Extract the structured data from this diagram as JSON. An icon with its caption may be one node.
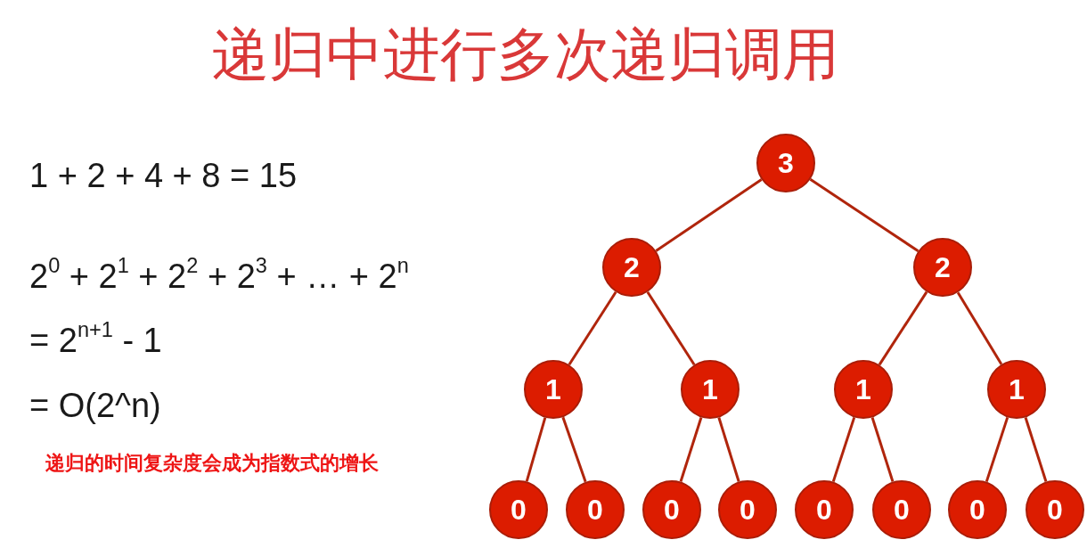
{
  "diagram": {
    "title": "递归中进行多次递归调用",
    "nodes": [
      {
        "text": [
          "3"
        ]
      },
      {
        "text": [
          "2"
        ]
      },
      {
        "text": [
          "2"
        ]
      },
      {
        "text": [
          "1"
        ]
      },
      {
        "text": [
          "1"
        ]
      },
      {
        "text": [
          "1"
        ]
      },
      {
        "text": [
          "1"
        ]
      },
      {
        "text": [
          "0"
        ]
      },
      {
        "text": [
          "0"
        ]
      },
      {
        "text": [
          "0"
        ]
      },
      {
        "text": [
          "0"
        ]
      },
      {
        "text": [
          "0"
        ]
      },
      {
        "text": [
          "0"
        ]
      },
      {
        "text": [
          "0"
        ]
      },
      {
        "text": [
          "0"
        ]
      }
    ],
    "edges": [
      {
        "from": 0,
        "to": 1,
        "arrow": "none"
      },
      {
        "from": 0,
        "to": 2,
        "arrow": "none"
      },
      {
        "from": 1,
        "to": 3,
        "arrow": "none"
      },
      {
        "from": 1,
        "to": 4,
        "arrow": "none"
      },
      {
        "from": 2,
        "to": 5,
        "arrow": "none"
      },
      {
        "from": 2,
        "to": 6,
        "arrow": "none"
      },
      {
        "from": 3,
        "to": 7,
        "arrow": "none"
      },
      {
        "from": 3,
        "to": 8,
        "arrow": "none"
      },
      {
        "from": 4,
        "to": 9,
        "arrow": "none"
      },
      {
        "from": 4,
        "to": 10,
        "arrow": "none"
      },
      {
        "from": 5,
        "to": 11,
        "arrow": "none"
      },
      {
        "from": 5,
        "to": 12,
        "arrow": "none"
      },
      {
        "from": 6,
        "to": 13,
        "arrow": "none"
      },
      {
        "from": 6,
        "to": 14,
        "arrow": "none"
      }
    ],
    "labels": [
      "1 + 2 + 4 + 8 = 15",
      "2$^{0}$ + 2$^{1}$ + 2$^{2}$ + 2$^{3}$ + … + 2$^{n}$",
      "= 2$^{n+1}$ - 1",
      "= O(2^n)",
      "递归的时间复杂度会成为指数式的增长"
    ]
  }
}
